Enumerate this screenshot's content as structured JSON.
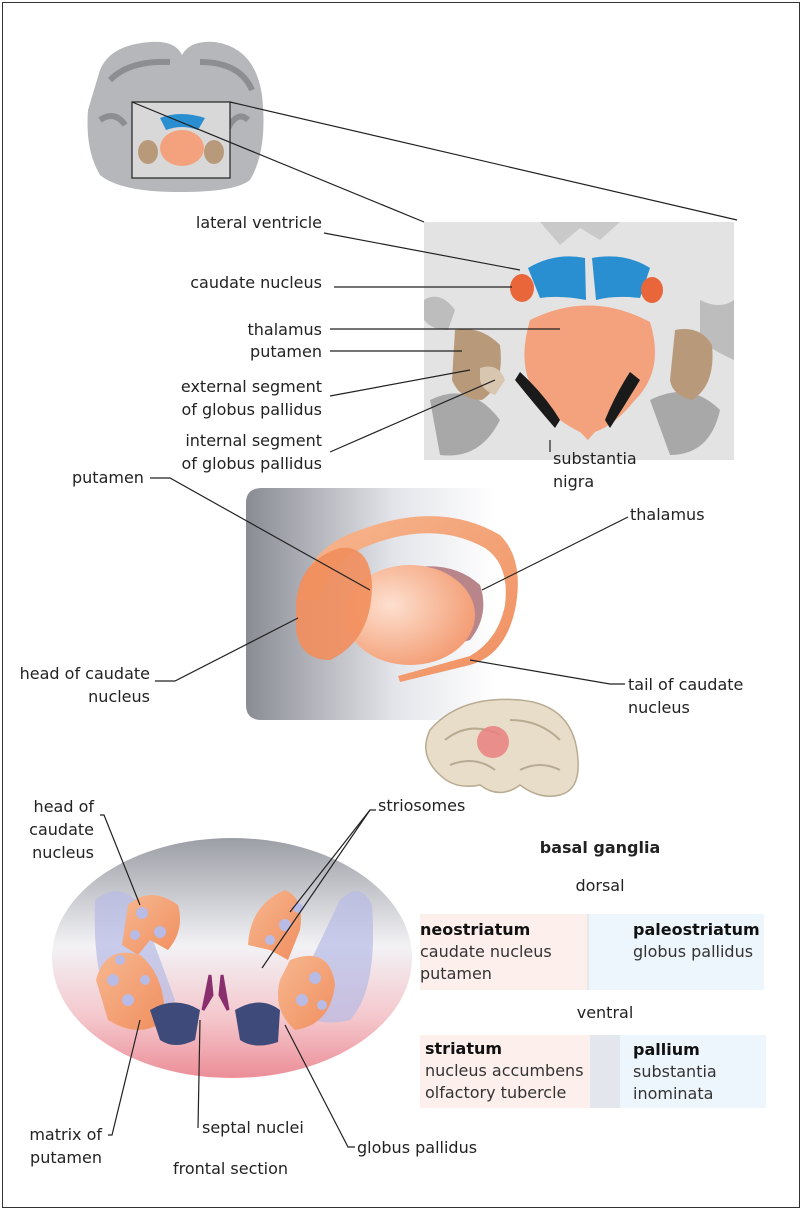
{
  "labels": {
    "lateral_ventricle": "lateral ventricle",
    "caudate_nucleus": "caudate nucleus",
    "thalamus_top": "thalamus",
    "putamen_top": "putamen",
    "external_segment": [
      "external segment",
      "of globus pallidus"
    ],
    "internal_segment": [
      "internal segment",
      "of globus pallidus"
    ],
    "substantia_nigra": [
      "substantia",
      "nigra"
    ],
    "putamen_mid": "putamen",
    "thalamus_mid": "thalamus",
    "head_caudate_mid": [
      "head of caudate",
      "nucleus"
    ],
    "tail_caudate": [
      "tail of caudate",
      "nucleus"
    ],
    "head_caudate_bottom": [
      "head of",
      "caudate",
      "nucleus"
    ],
    "striosomes": "striosomes",
    "matrix_putamen": [
      "matrix of",
      "putamen"
    ],
    "septal_nuclei": "septal nuclei",
    "globus_pallidus": "globus pallidus",
    "frontal_section": "frontal section"
  },
  "legend": {
    "title": "basal ganglia",
    "dorsal": "dorsal",
    "ventral": "ventral",
    "neostriatum": {
      "heading": "neostriatum",
      "items": [
        "caudate nucleus",
        "putamen"
      ]
    },
    "paleostriatum": {
      "heading": "paleostriatum",
      "items": [
        "globus pallidus"
      ]
    },
    "striatum": {
      "heading": "striatum",
      "items": [
        "nucleus accumbens",
        "olfactory tubercle"
      ]
    },
    "pallium": {
      "heading": "pallium",
      "items": [
        "substantia",
        "inominata"
      ]
    }
  },
  "colors": {
    "ventricle_blue": "#2a8fd0",
    "caudate_orange": "#e8663a",
    "thalamus_salmon": "#f4a27e",
    "putamen_brown": "#b89a7a",
    "nigra_black": "#1a1a1a",
    "legend_pink": "#fdf0ec",
    "legend_blue": "#eef6fd"
  }
}
